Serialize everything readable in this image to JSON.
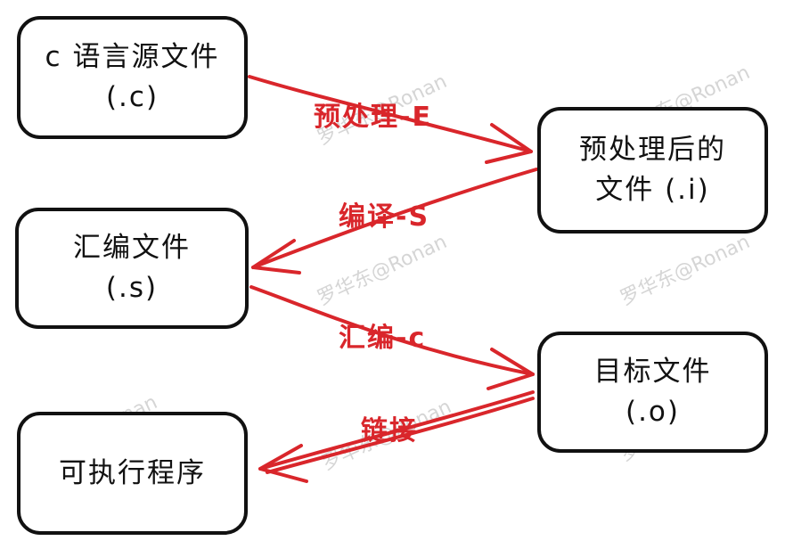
{
  "nodes": {
    "c_source": {
      "line1": "c 语言源文件",
      "line2": "(.c)"
    },
    "preprocessed": {
      "line1": "预处理后的",
      "line2": "文件 (.i)"
    },
    "assembly": {
      "line1": "汇编文件",
      "line2": "(.s)"
    },
    "object": {
      "line1": "目标文件",
      "line2": "(.o)"
    },
    "executable": {
      "line1": "可执行程序"
    }
  },
  "edges": {
    "preprocess": "预处理-E",
    "compile": "编译-S",
    "assemble": "汇编-c",
    "link": "链接"
  },
  "watermark": "罗华东@Ronan",
  "colors": {
    "arrow": "#d9262b",
    "border": "#111111",
    "watermark": "#c8c8c8"
  }
}
